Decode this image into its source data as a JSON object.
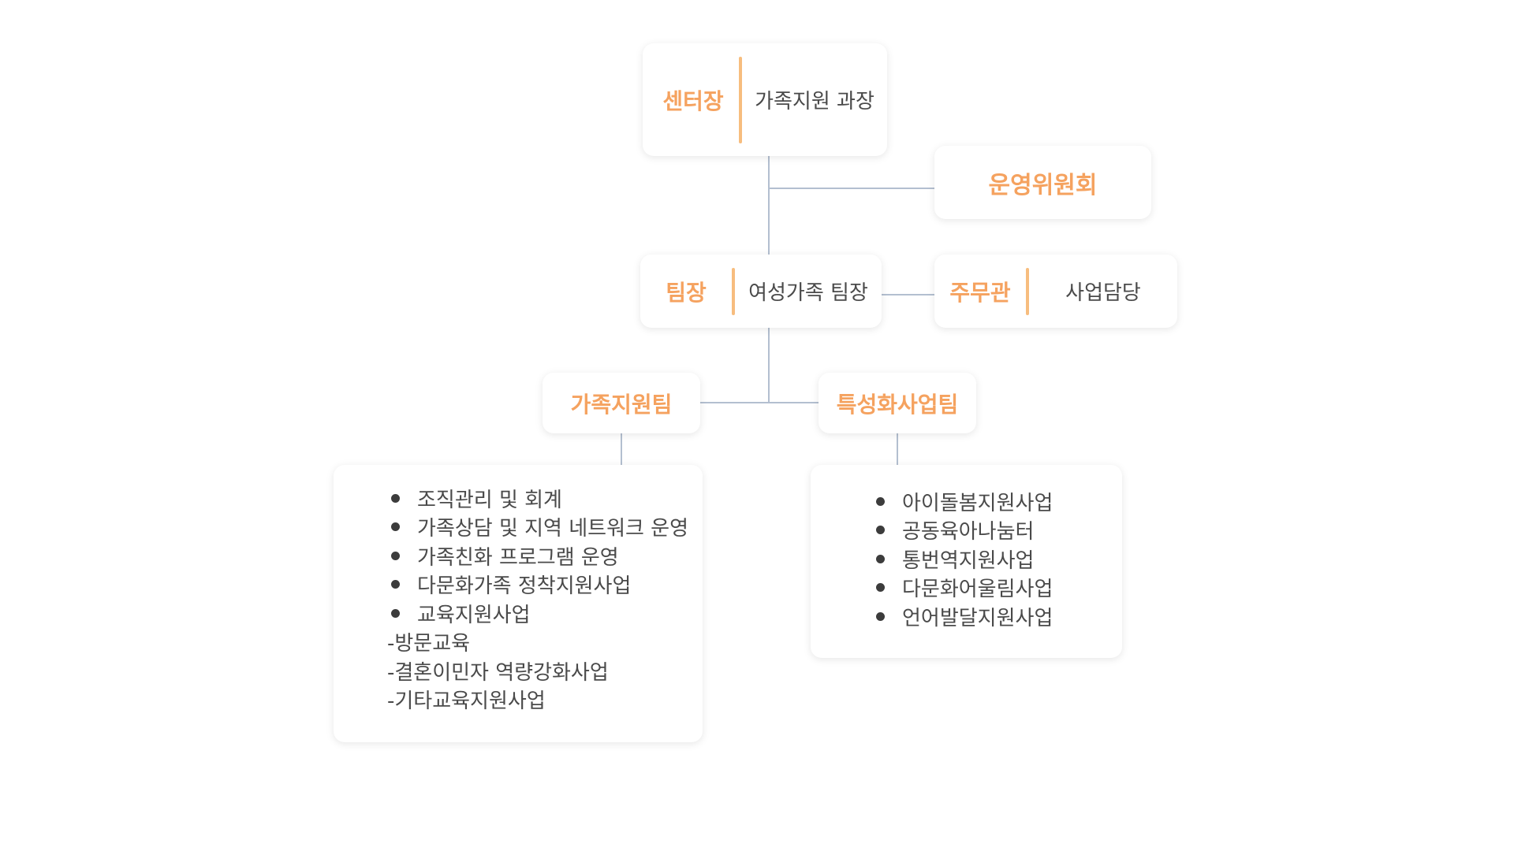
{
  "director": {
    "label": "센터장",
    "value": "가족지원 과장"
  },
  "committee": {
    "label": "운영위원회"
  },
  "team_leader": {
    "label": "팀장",
    "value": "여성가족 팀장"
  },
  "officer": {
    "label": "주무관",
    "value": "사업담당"
  },
  "family_team": {
    "label": "가족지원팀",
    "tasks": [
      "조직관리 및 회계",
      "가족상담 및 지역 네트워크 운영",
      "가족친화 프로그램 운영",
      "다문화가족 정착지원사업",
      "교육지원사업"
    ],
    "subtasks": [
      "-방문교육",
      "-결혼이민자 역량강화사업",
      "-기타교육지원사업"
    ]
  },
  "special_team": {
    "label": "특성화사업팀",
    "tasks": [
      "아이돌봄지원사업",
      "공동육아나눔터",
      "통번역지원사업",
      "다문화어울림사업",
      "언어발달지원사업"
    ]
  },
  "colors": {
    "accent": "#f5a25f",
    "divider": "#f7bd7e",
    "connector": "#b3bfd0",
    "text": "#4a4a4a"
  }
}
